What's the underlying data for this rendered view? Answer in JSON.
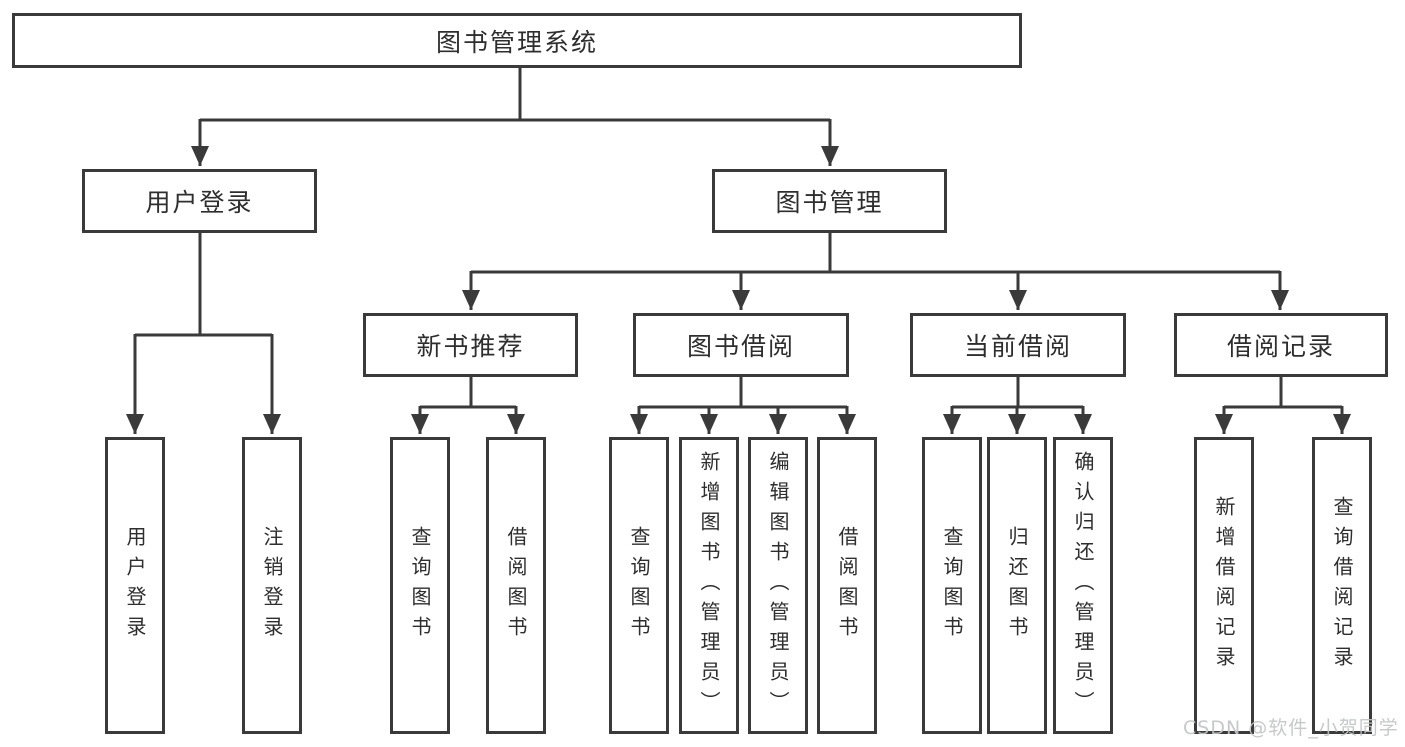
{
  "colors": {
    "line": "#3a3a3a",
    "text": "#2e2e2e",
    "box_bg": "#ffffff",
    "watermark": "#c2c4c6",
    "background": "#ffffff"
  },
  "watermark": {
    "text": "CSDN @软件_小贺同学"
  },
  "diagram": {
    "root": {
      "label": "图书管理系统"
    },
    "level2": [
      {
        "label": "用户登录"
      },
      {
        "label": "图书管理"
      }
    ],
    "level3": [
      {
        "label": "新书推荐"
      },
      {
        "label": "图书借阅"
      },
      {
        "label": "当前借阅"
      },
      {
        "label": "借阅记录"
      }
    ],
    "leaves": [
      {
        "label": "用户登录"
      },
      {
        "label": "注销登录"
      },
      {
        "label": "查询图书"
      },
      {
        "label": "借阅图书"
      },
      {
        "label": "查询图书"
      },
      {
        "label": "新增图书（管理员）"
      },
      {
        "label": "编辑图书（管理员）"
      },
      {
        "label": "借阅图书"
      },
      {
        "label": "查询图书"
      },
      {
        "label": "归还图书"
      },
      {
        "label": "确认归还（管理员）"
      },
      {
        "label": "新增借阅记录"
      },
      {
        "label": "查询借阅记录"
      }
    ]
  }
}
